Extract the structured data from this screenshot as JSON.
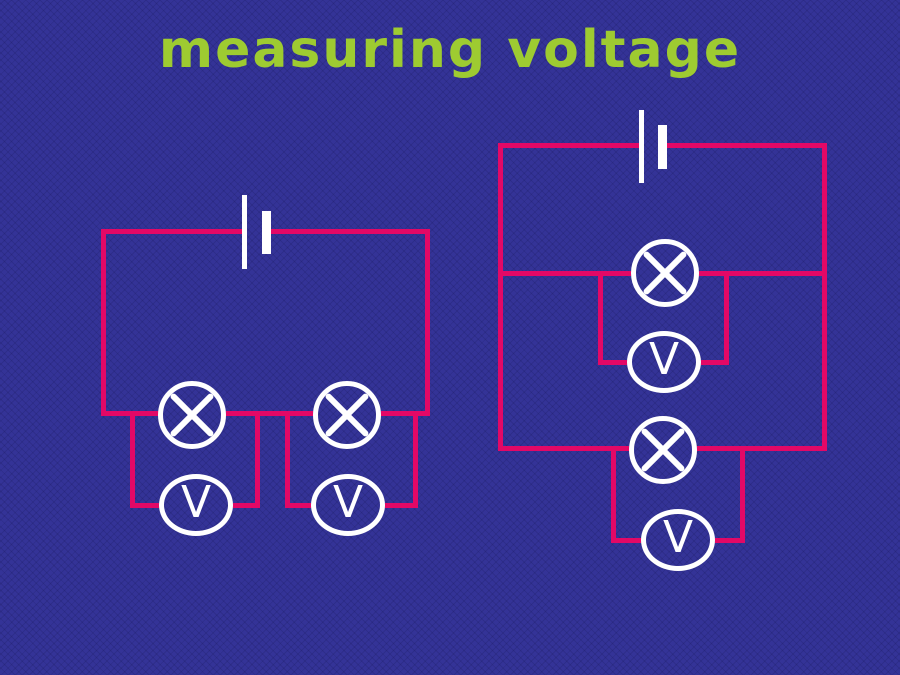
{
  "title": {
    "text": "measuring voltage"
  },
  "colors": {
    "background": "#343397",
    "wire": "#e30866",
    "component": "#ffffff",
    "title": "#9ecb31"
  },
  "icons": {
    "battery": "battery-cell-icon",
    "lamp": "lamp-cross-icon",
    "voltmeter": "voltmeter-circle-icon"
  },
  "circuits": {
    "left": {
      "voltmeters": [
        {
          "label": "V"
        },
        {
          "label": "V"
        }
      ]
    },
    "right": {
      "voltmeters": [
        {
          "label": "V"
        },
        {
          "label": "V"
        }
      ]
    }
  }
}
